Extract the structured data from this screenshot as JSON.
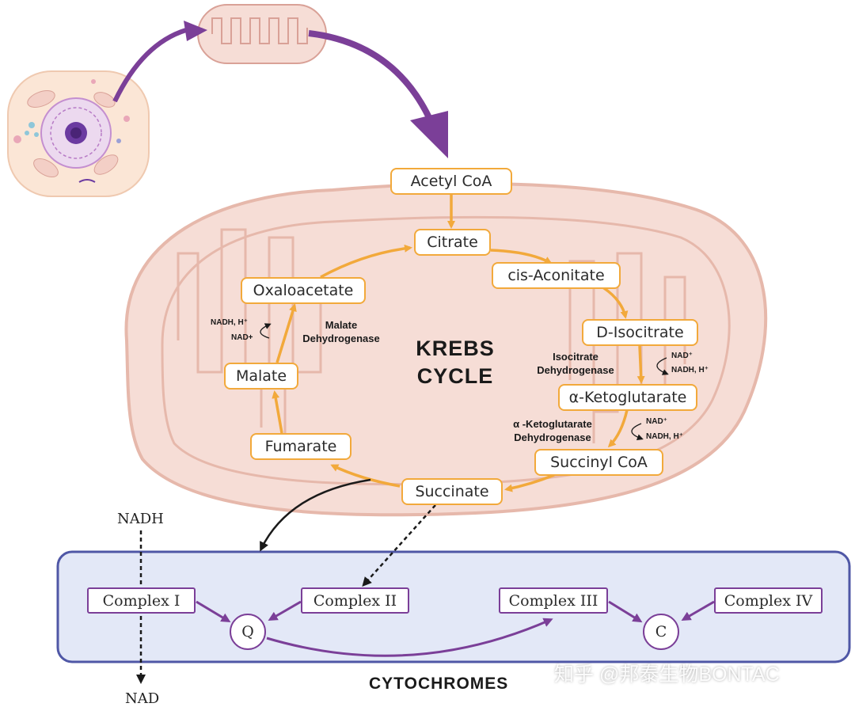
{
  "title": "KREBS CYCLE",
  "metabolites": {
    "acetyl_coa": "Acetyl CoA",
    "citrate": "Citrate",
    "cis_aconitate": "cis-Aconitate",
    "d_isocitrate": "D-Isocitrate",
    "alpha_ketoglutarate": "α-Ketoglutarate",
    "succinyl_coa": "Succinyl CoA",
    "succinate": "Succinate",
    "fumarate": "Fumarate",
    "malate": "Malate",
    "oxaloacetate": "Oxaloacetate"
  },
  "enzymes": {
    "malate_dh": "Malate\nDehydrogenase",
    "isocitrate_dh": "Isocitrate\nDehydrogenase",
    "akg_dh": "α -Ketoglutarate\nDehydrogenase"
  },
  "cofactors": {
    "malate_top": "NADH, H⁺",
    "malate_bottom": "NAD+",
    "isocitrate_top": "NAD⁺",
    "isocitrate_bottom": "NADH, H⁺",
    "akg_top": "NAD⁺",
    "akg_bottom": "NADH, H⁺"
  },
  "etc": {
    "label": "CYTOCHROMES",
    "complex_1": "Complex I",
    "complex_2": "Complex II",
    "complex_3": "Complex III",
    "complex_4": "Complex IV",
    "q": "Q",
    "c": "C",
    "nadh": "NADH",
    "nad": "NAD"
  },
  "watermark": "知乎 @邦泰生物BONTAC",
  "colors": {
    "cycle_arrow": "#f2a93b",
    "etc_arrow": "#7b3f98",
    "membrane_panel": "#e3e8f7",
    "mitochondria": "#f6ddd6",
    "mitochondria_outline": "#e6b8ab",
    "cell": "#fbe6d6"
  }
}
